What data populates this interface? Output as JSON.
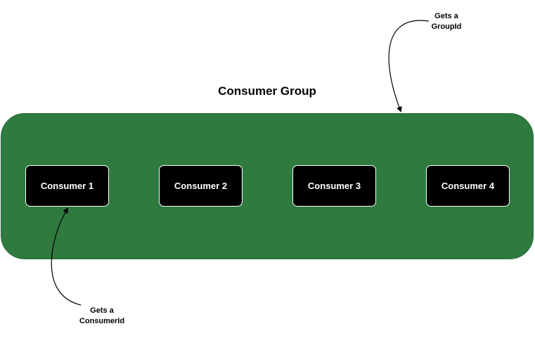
{
  "title": "Consumer Group",
  "colors": {
    "group_fill": "#2e7a3f",
    "consumer_fill": "#000000",
    "consumer_text": "#ffffff"
  },
  "consumers": [
    {
      "label": "Consumer 1"
    },
    {
      "label": "Consumer 2"
    },
    {
      "label": "Consumer 3"
    },
    {
      "label": "Consumer 4"
    }
  ],
  "annotations": {
    "group_id": "Gets a\nGroupId",
    "consumer_id": "Gets a\nConsumerId"
  }
}
